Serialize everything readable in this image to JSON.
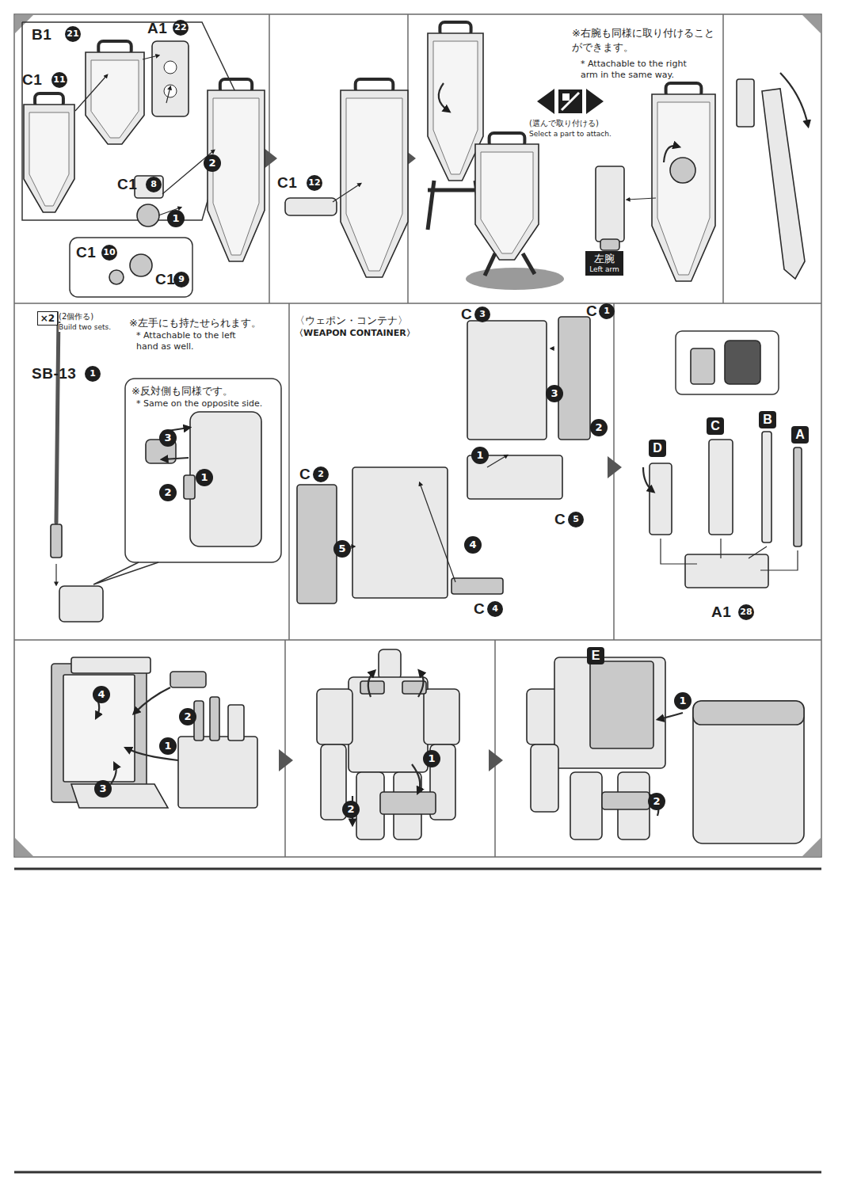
{
  "diagram": {
    "nodes": [
      {
        "text": [
          "左腕",
          "Left arm"
        ]
      },
      {
        "text": [
          "×2"
        ]
      },
      {
        "text": [
          "D"
        ]
      },
      {
        "text": [
          "C"
        ]
      },
      {
        "text": [
          "B"
        ]
      },
      {
        "text": [
          "A"
        ]
      },
      {
        "text": [
          "E"
        ]
      }
    ],
    "labels": [
      "B1",
      "21",
      "A1",
      "22",
      "C1",
      "11",
      "C1",
      "8",
      "2",
      "1",
      "C1",
      "10",
      "C1",
      "9",
      "C1",
      "12",
      "※右腕も同様に取り付けることができます。",
      "* Attachable to the right arm in the same way.",
      "(選んで取り付ける)",
      "Select a part to attach.",
      "(2個作る)",
      "Build two sets.",
      "※左手にも持たせられます。",
      "* Attachable to the left hand as well.",
      "SB-13",
      "1",
      "※反対側も同様です。",
      "* Same on the opposite side.",
      "3",
      "1",
      "2",
      "〈ウェポン・コンテナ〉",
      "〈WEAPON CONTAINER〉",
      "C",
      "3",
      "C",
      "1",
      "3",
      "2",
      "1",
      "C",
      "5",
      "C",
      "2",
      "5",
      "4",
      "C",
      "4",
      "A1",
      "28",
      "4",
      "2",
      "1",
      "3",
      "1",
      "2",
      "1",
      "2"
    ]
  }
}
